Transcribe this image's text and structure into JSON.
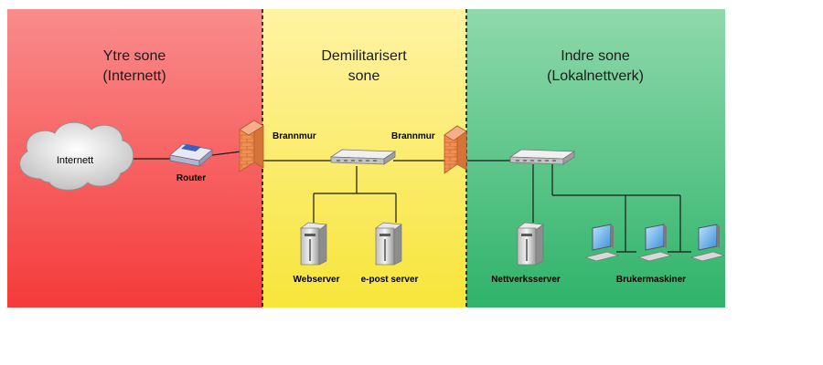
{
  "zones": [
    {
      "title_line1": "Ytre sone",
      "title_line2": "(Internett)",
      "color_top": "#f98c8c",
      "color_bottom": "#f53a3a"
    },
    {
      "title_line1": "Demilitarisert",
      "title_line2": "sone",
      "color_top": "#fff3a4",
      "color_bottom": "#f7e53a"
    },
    {
      "title_line1": "Indre sone",
      "title_line2": "(Lokalnettverk)",
      "color_top": "#8fd9ab",
      "color_bottom": "#2fb36a"
    }
  ],
  "nodes": {
    "cloud": "Internett",
    "router": "Router",
    "firewall_1": "Brannmur",
    "firewall_2": "Brannmur",
    "webserver": "Webserver",
    "mailserver": "e-post server",
    "network_server": "Nettverksserver",
    "user_machines": "Brukermaskiner"
  },
  "icons": {
    "cloud": "cloud-icon",
    "router": "router-icon",
    "firewall": "firewall-brick-icon",
    "switch": "network-switch-icon",
    "server": "server-tower-icon",
    "workstation": "monitor-icon"
  }
}
